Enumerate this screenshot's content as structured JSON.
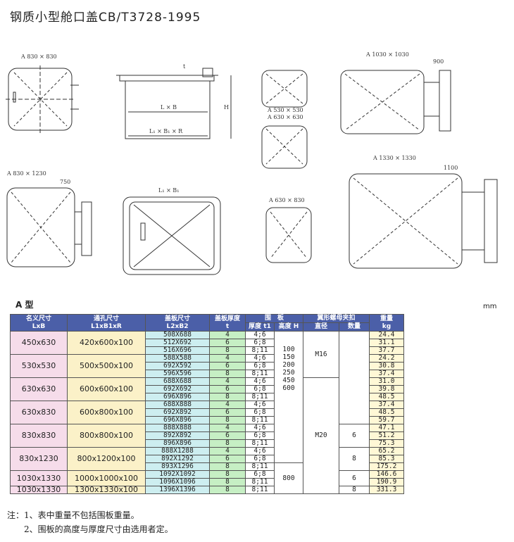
{
  "title": "钢质小型舱口盖CB/T3728-1995",
  "drawing_labels": {
    "a830": "A 830 × 830",
    "lb": "L × B",
    "l1b1r": "L₁ × B₁ × R",
    "h": "H",
    "t": "t",
    "a530": "A 530 × 530",
    "a630": "A 630 × 630",
    "a1030": "A 1030 × 1030",
    "d900": "900",
    "a8301230": "A 830 × 1230",
    "d750": "750",
    "l1b1": "L₁ × B₁",
    "a630830": "A 630 × 830",
    "a1330": "A 1330 × 1330",
    "d1100": "1100"
  },
  "section": "A 型",
  "unit": "mm",
  "headers": {
    "name": "名义尺寸",
    "name_sub": "LxB",
    "hole": "通孔尺寸",
    "hole_sub": "L1xB1xR",
    "cover": "盖板尺寸",
    "cover_sub": "L2xB2",
    "thick": "盖板厚度",
    "thick_sub": "t",
    "coaming": "围　板",
    "co_thick": "厚度 t1",
    "co_height": "高度 H",
    "nut": "翼形螺母夹扣",
    "nut_dia": "直径",
    "nut_qty": "数量",
    "weight": "重量",
    "weight_unit": "kg"
  },
  "rows": [
    [
      "508X688",
      "4",
      "4;6",
      "24.4"
    ],
    [
      "512X692",
      "6",
      "6;8",
      "31.1"
    ],
    [
      "516X696",
      "8",
      "8;11",
      "37.7"
    ],
    [
      "588X588",
      "4",
      "4;6",
      "24.2"
    ],
    [
      "692X592",
      "6",
      "6;8",
      "30.8"
    ],
    [
      "596X596",
      "8",
      "8;11",
      "37.4"
    ],
    [
      "688X688",
      "4",
      "4;6",
      "31.0"
    ],
    [
      "692X692",
      "6",
      "6;8",
      "39.8"
    ],
    [
      "696X896",
      "8",
      "8;11",
      "48.5"
    ],
    [
      "688X888",
      "4",
      "4;6",
      "37.4"
    ],
    [
      "692X892",
      "6",
      "6;8",
      "48.5"
    ],
    [
      "696X896",
      "8",
      "8;11",
      "59.7"
    ],
    [
      "888X888",
      "4",
      "4;6",
      "47.1"
    ],
    [
      "892X892",
      "6",
      "6;8",
      "51.2"
    ],
    [
      "896X896",
      "8",
      "8;11",
      "75.3"
    ],
    [
      "888X1288",
      "4",
      "4;6",
      "65.2"
    ],
    [
      "892X1292",
      "6",
      "6;8",
      "85.3"
    ],
    [
      "893X1296",
      "8",
      "8;11",
      "175.2"
    ],
    [
      "1092X1092",
      "8",
      "6;8",
      "146.6"
    ],
    [
      "1096X1096",
      "8",
      "8;11",
      "190.9"
    ],
    [
      "1396X1396",
      "8",
      "8;11",
      "331.3"
    ]
  ],
  "groups": [
    {
      "name": "450x630",
      "hole": "420x600x100"
    },
    {
      "name": "530x530",
      "hole": "500x500x100"
    },
    {
      "name": "630x630",
      "hole": "600x600x100"
    },
    {
      "name": "630x830",
      "hole": "600x800x100"
    },
    {
      "name": "830x830",
      "hole": "800x800x100"
    },
    {
      "name": "830x1230",
      "hole": "800x1200x100"
    },
    {
      "name": "1030x1330",
      "hole": "1000x1000x100"
    },
    {
      "name": "1030x1330",
      "hole": "1300x1330x100"
    }
  ],
  "heights": [
    "100",
    "150",
    "200",
    "250",
    "450",
    "600"
  ],
  "height_800": "800",
  "bolt_m16": "M16",
  "bolt_m20": "M20",
  "qty_6a": "6",
  "qty_8a": "8",
  "qty_6b": "6",
  "qty_8b": "8",
  "notes": [
    "注：1、表中重量不包括围板重量。",
    "　　2、围板的高度与厚度尺寸由选用者定。"
  ]
}
